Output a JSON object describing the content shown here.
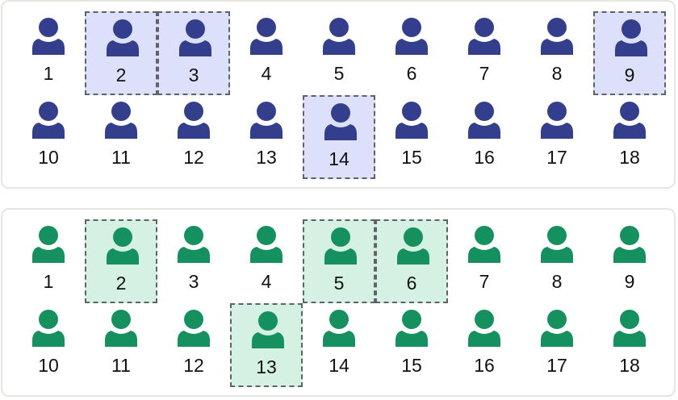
{
  "colors": {
    "blue_icon": "#333f8c",
    "blue_highlight": "#dde0fa",
    "green_icon": "#14915e",
    "green_highlight": "#d4f1e4",
    "panel_border": "#e6e6e1",
    "dash_border": "#5f6368"
  },
  "panels": [
    {
      "name": "blue-group",
      "icon": "person-icon",
      "selected": [
        2,
        3,
        9,
        14
      ],
      "items": [
        "1",
        "2",
        "3",
        "4",
        "5",
        "6",
        "7",
        "8",
        "9",
        "10",
        "11",
        "12",
        "13",
        "14",
        "15",
        "16",
        "17",
        "18"
      ]
    },
    {
      "name": "green-group",
      "icon": "person-icon",
      "selected": [
        2,
        5,
        6,
        13
      ],
      "items": [
        "1",
        "2",
        "3",
        "4",
        "5",
        "6",
        "7",
        "8",
        "9",
        "10",
        "11",
        "12",
        "13",
        "14",
        "15",
        "16",
        "17",
        "18"
      ]
    }
  ]
}
